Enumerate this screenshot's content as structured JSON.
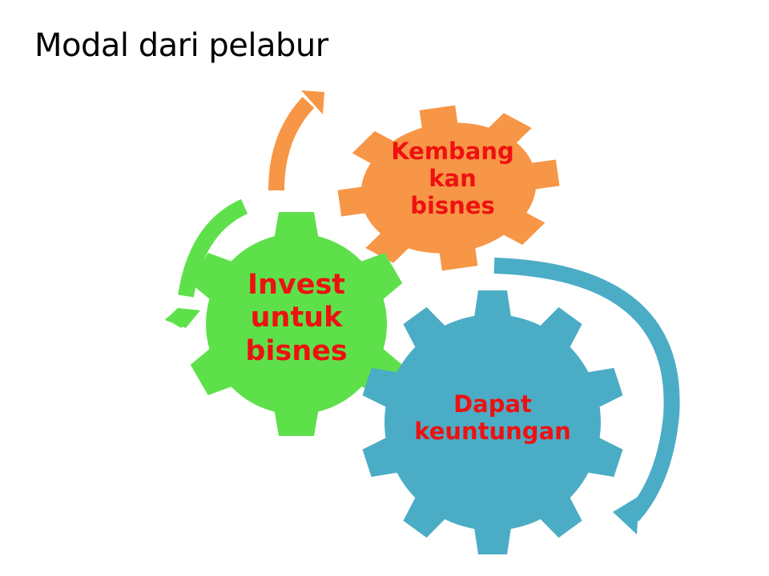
{
  "slide": {
    "title": "Modal dari pelabur"
  },
  "colors": {
    "gear_orange": "#F79646",
    "gear_green": "#5EE04A",
    "gear_blue": "#4BACC6",
    "label_text": "#EE1111",
    "background": "#FFFFFF"
  },
  "gears": [
    {
      "id": "orange",
      "label_lines": [
        "Kembang",
        "kan",
        "bisnes"
      ],
      "color": "#F79646"
    },
    {
      "id": "green",
      "label_lines": [
        "Invest",
        "untuk",
        "bisnes"
      ],
      "color": "#5EE04A"
    },
    {
      "id": "blue",
      "label_lines": [
        "Dapat",
        "keuntungan"
      ],
      "color": "#4BACC6"
    }
  ],
  "arrows": [
    {
      "id": "orange-arrow",
      "icon": "curved-arrow-up-right",
      "color": "#F79646"
    },
    {
      "id": "green-arrow",
      "icon": "curved-arrow-down-left",
      "color": "#5EE04A"
    },
    {
      "id": "blue-arrow",
      "icon": "curved-arrow-down",
      "color": "#4BACC6"
    }
  ]
}
